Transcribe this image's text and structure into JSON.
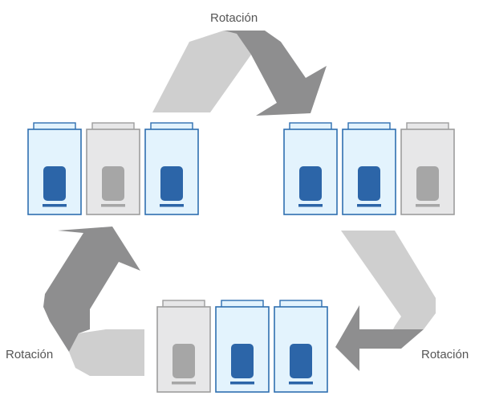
{
  "labels": {
    "top": "Rotación",
    "left": "Rotación",
    "right": "Rotación"
  },
  "groups": {
    "left": [
      "active",
      "standby",
      "active"
    ],
    "right": [
      "active",
      "active",
      "standby"
    ],
    "bottom": [
      "standby",
      "active",
      "active"
    ]
  },
  "colors": {
    "active_fill": "#e3f3fd",
    "active_stroke": "#2f6fb0",
    "active_canister": "#2c65a8",
    "standby_fill": "#e7e7e8",
    "standby_stroke": "#9d9d9d",
    "standby_canister": "#a6a6a6",
    "arrow_light": "#cfcfcf",
    "arrow_dark": "#8e8e8f"
  }
}
